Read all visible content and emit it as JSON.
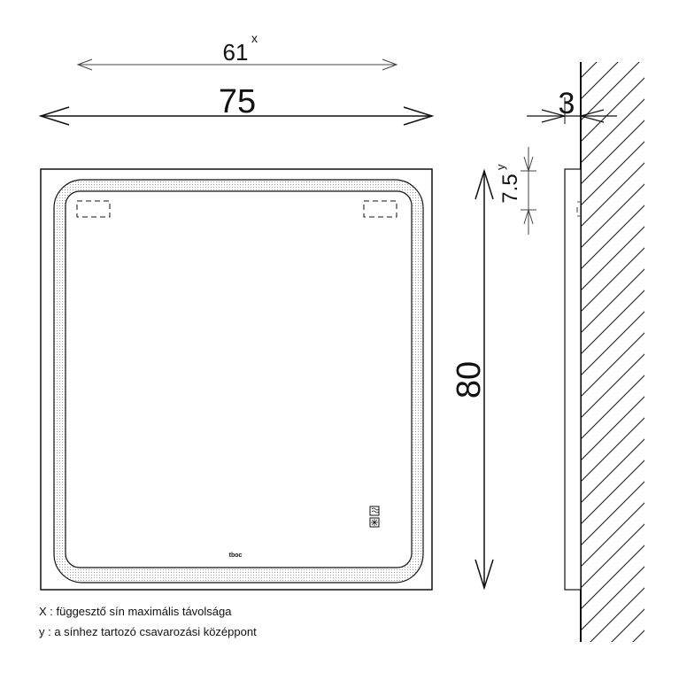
{
  "dimensions": {
    "rail_width": {
      "value": "61",
      "superscript": "x"
    },
    "overall_width": {
      "value": "75"
    },
    "height": {
      "value": "80"
    },
    "wall_gap": {
      "value": "3"
    },
    "screw_offset": {
      "value": "7.5",
      "superscript": "y"
    }
  },
  "legend": [
    {
      "key": "X",
      "text": "X : függesztő sín maximális távolsága"
    },
    {
      "key": "y",
      "text": "y : a sínhez tartozó csavarozási középpont"
    }
  ],
  "mirror": {
    "logo_text": "tboc",
    "icons": [
      "defog-icon",
      "light-switch-icon"
    ]
  },
  "colors": {
    "line": "#111111",
    "dots": "#8a8a8a",
    "background": "#ffffff"
  }
}
